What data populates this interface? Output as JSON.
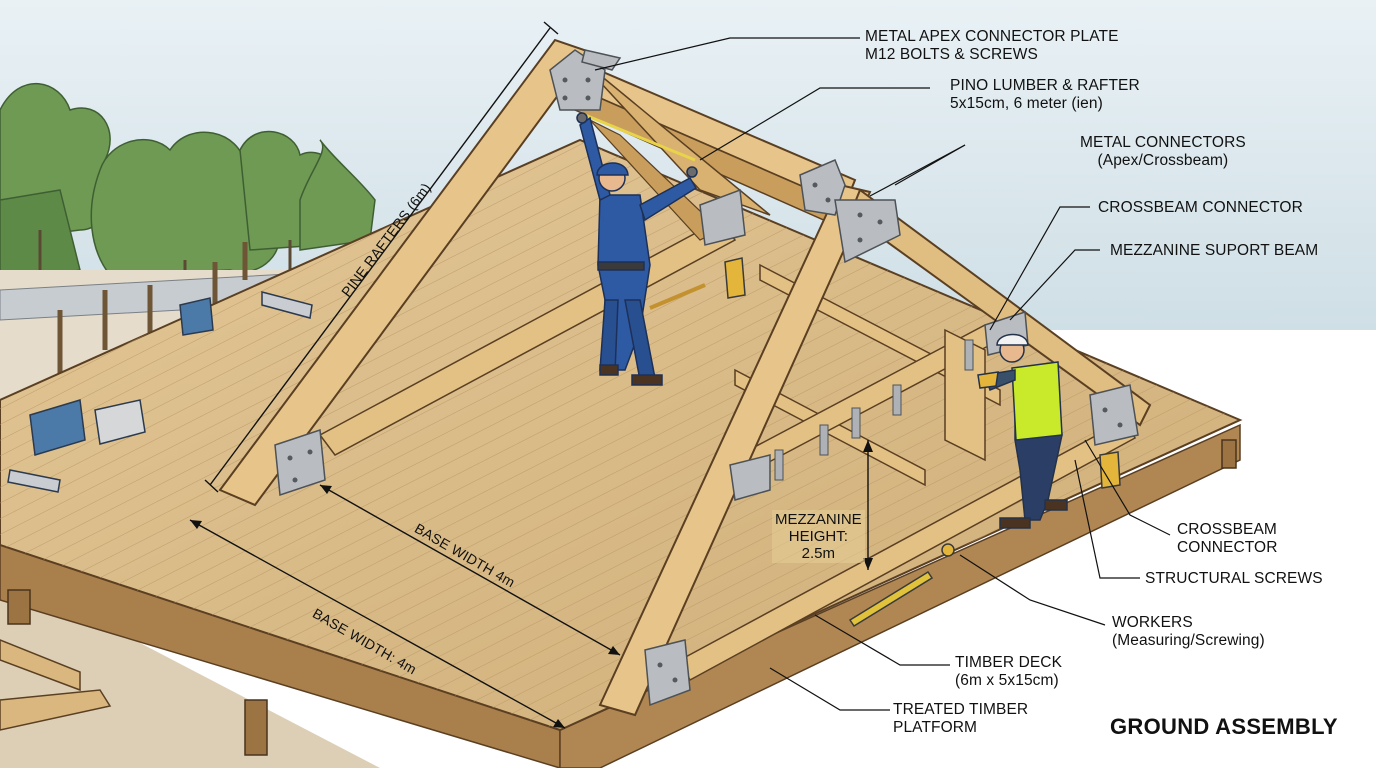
{
  "labels": {
    "apex_plate_line1": "METAL APEX CONNECTOR PLATE",
    "apex_plate_line2": "M12 BOLTS & SCREWS",
    "pino_line1": "PINO LUMBER & RAFTER",
    "pino_line2": "5x15cm, 6 meter (ien)",
    "metal_connectors_line1": "METAL CONNECTORS",
    "metal_connectors_line2": "(Apex/Crossbeam)",
    "crossbeam_connector_top": "CROSSBEAM CONNECTOR",
    "mezzanine_beam": "MEZZANINE SUPORT BEAM",
    "crossbeam_connector_line1": "CROSSBEAM",
    "crossbeam_connector_line2": "CONNECTOR",
    "structural_screws": "STRUCTURAL SCREWS",
    "workers_line1": "WORKERS",
    "workers_line2": "(Measuring/Screwing)",
    "timber_deck_line1": "TIMBER DECK",
    "timber_deck_line2": "(6m x 5x15cm)",
    "treated_line1": "TREATED TIMBER",
    "treated_line2": "PLATFORM"
  },
  "dimensions": {
    "pine_rafters": "PINE RAFTERS (6m)",
    "base_width_1": "BASE WIDTH 4m",
    "base_width_2": "BASE WIDTH: 4m",
    "mezz_line1": "MEZZANINE",
    "mezz_line2": "HEIGHT:",
    "mezz_line3": "2.5m"
  },
  "title": "GROUND ASSEMBLY",
  "colors": {
    "sky": "#dde9ef",
    "deck": "#d8b986",
    "deck_dark": "#b8925c",
    "rafter": "#e7c58a",
    "rafter_shade": "#c99e5c",
    "metal": "#b9bcc0",
    "worker_blue": "#2e5aa3",
    "vest": "#c9ea2b",
    "trees": "#6e9a54"
  }
}
